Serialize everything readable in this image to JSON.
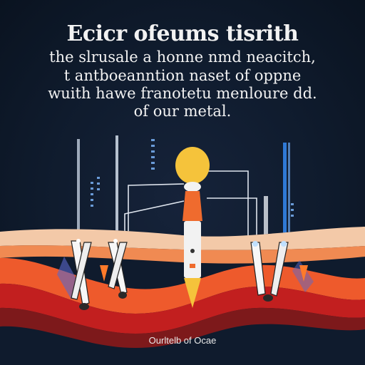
{
  "heading": {
    "line1": "Ecicr ofeums tisrith",
    "line2": "the slrusale a honne nmd neacitch,",
    "line3": "t antboeanntion naset of oppne",
    "line4": "wuith hawe franotetu menloure dd.",
    "line5": "of our metal."
  },
  "caption": "Ourltelb of Ocaе",
  "colors": {
    "background": "#0f1b2d",
    "tissue_top": "#f3c9a8",
    "tissue_band": "#ee5a2c",
    "tissue_deep": "#c21f1f",
    "implant": "#f5c33b",
    "accent_blue": "#2f79d6"
  }
}
